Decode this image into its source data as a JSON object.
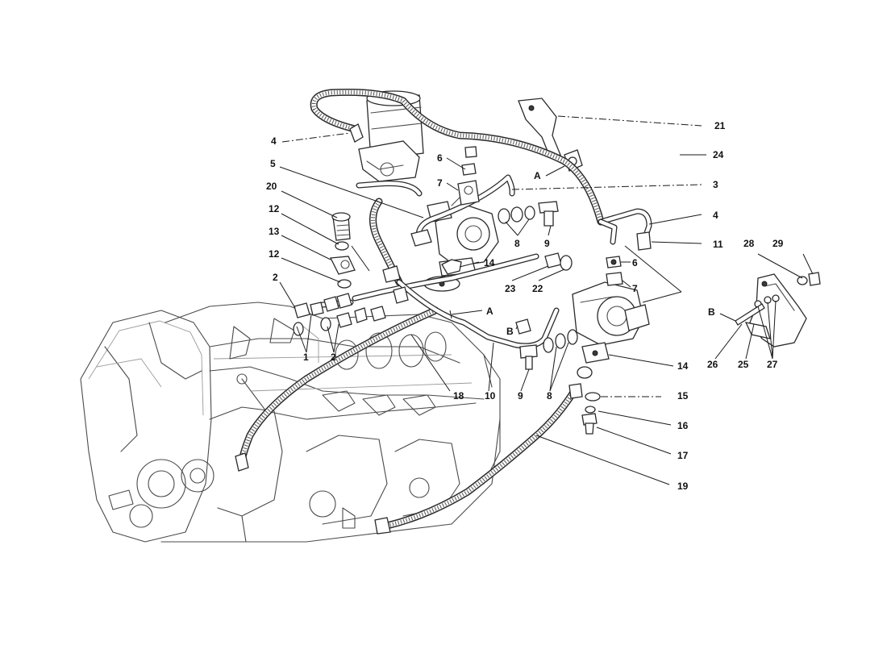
{
  "callouts": [
    {
      "id": "c21",
      "text": "21"
    },
    {
      "id": "c24",
      "text": "24"
    },
    {
      "id": "c3",
      "text": "3"
    },
    {
      "id": "c4r",
      "text": "4"
    },
    {
      "id": "c11",
      "text": "11"
    },
    {
      "id": "c6r",
      "text": "6"
    },
    {
      "id": "c7r",
      "text": "7"
    },
    {
      "id": "c14r",
      "text": "14"
    },
    {
      "id": "c15",
      "text": "15"
    },
    {
      "id": "c16",
      "text": "16"
    },
    {
      "id": "c17",
      "text": "17"
    },
    {
      "id": "c19",
      "text": "19"
    },
    {
      "id": "c28",
      "text": "28"
    },
    {
      "id": "c29",
      "text": "29"
    },
    {
      "id": "c26",
      "text": "26"
    },
    {
      "id": "c25",
      "text": "25"
    },
    {
      "id": "c27",
      "text": "27"
    },
    {
      "id": "cBr",
      "text": "B"
    },
    {
      "id": "c4l",
      "text": "4"
    },
    {
      "id": "c5",
      "text": "5"
    },
    {
      "id": "c20",
      "text": "20"
    },
    {
      "id": "c12a",
      "text": "12"
    },
    {
      "id": "c13",
      "text": "13"
    },
    {
      "id": "c12b",
      "text": "12"
    },
    {
      "id": "c2a",
      "text": "2"
    },
    {
      "id": "c1",
      "text": "1"
    },
    {
      "id": "c2b",
      "text": "2"
    },
    {
      "id": "c6l",
      "text": "6"
    },
    {
      "id": "c7l",
      "text": "7"
    },
    {
      "id": "cAt",
      "text": "A"
    },
    {
      "id": "c8t",
      "text": "8"
    },
    {
      "id": "c9t",
      "text": "9"
    },
    {
      "id": "c14l",
      "text": "14"
    },
    {
      "id": "c23",
      "text": "23"
    },
    {
      "id": "c22",
      "text": "22"
    },
    {
      "id": "cAm",
      "text": "A"
    },
    {
      "id": "cBm",
      "text": "B"
    },
    {
      "id": "c18",
      "text": "18"
    },
    {
      "id": "c10",
      "text": "10"
    },
    {
      "id": "c9b",
      "text": "9"
    },
    {
      "id": "c8b",
      "text": "8"
    }
  ]
}
